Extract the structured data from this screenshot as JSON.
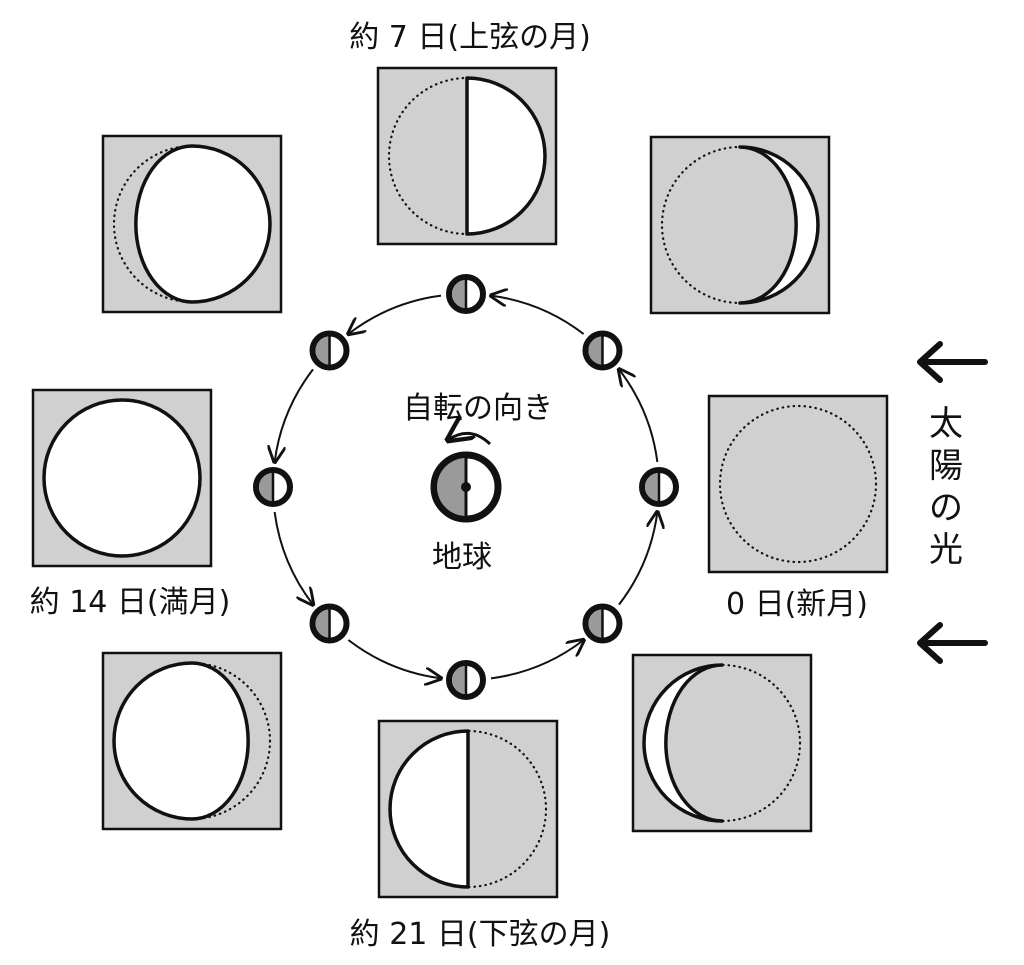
{
  "title_center": "自転の向き",
  "earth_label": "地球",
  "sunlight_label": [
    "太",
    "陽",
    "の",
    "光"
  ],
  "phases": [
    {
      "id": "new-moon",
      "label": "0 日(新月)",
      "lit": "none"
    },
    {
      "id": "waxing-crescent",
      "label": "",
      "lit": "waxing-crescent"
    },
    {
      "id": "first-quarter",
      "label": "約 7 日(上弦の月)",
      "lit": "first-quarter"
    },
    {
      "id": "waxing-gibbous",
      "label": "",
      "lit": "waxing-gibbous"
    },
    {
      "id": "full-moon",
      "label": "約 14 日(満月)",
      "lit": "full"
    },
    {
      "id": "waning-gibbous",
      "label": "",
      "lit": "waning-gibbous"
    },
    {
      "id": "last-quarter",
      "label": "約 21 日(下弦の月)",
      "lit": "last-quarter"
    },
    {
      "id": "waning-crescent",
      "label": "",
      "lit": "waning-crescent"
    }
  ],
  "colors": {
    "shade": "#d0d0d0",
    "dark_half": "#9a9a9a",
    "line": "#111111"
  }
}
